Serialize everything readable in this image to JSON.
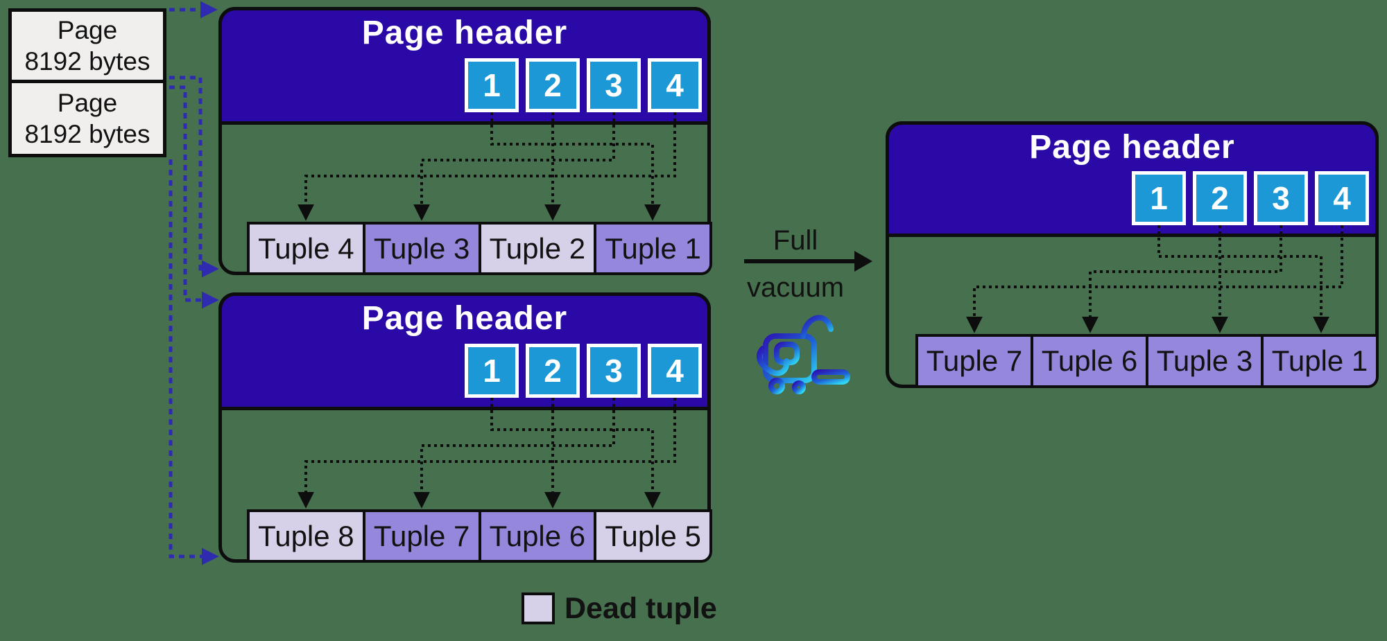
{
  "colors": {
    "bg": "#47704E",
    "ink": "#0d0d0d",
    "header-blue": "#2A09A6",
    "pointer-blue": "#1B98D5",
    "tuple-live": "#9487DC",
    "tuple-dead": "#D6D0E8",
    "box-fill": "#F1EFEE",
    "arrow-blue": "#2E2BB1",
    "vac-grad-start": "#2B16B3",
    "vac-grad-end": "#2FD9F2"
  },
  "disk": {
    "boxes": [
      {
        "line1": "Page",
        "line2": "8192 bytes"
      },
      {
        "line1": "Page",
        "line2": "8192 bytes"
      }
    ]
  },
  "pages": [
    {
      "title": "Page header",
      "pointers": [
        "1",
        "2",
        "3",
        "4"
      ],
      "tuples": [
        {
          "label": "Tuple 4",
          "state": "dead"
        },
        {
          "label": "Tuple 3",
          "state": "live"
        },
        {
          "label": "Tuple 2",
          "state": "dead"
        },
        {
          "label": "Tuple 1",
          "state": "live"
        }
      ]
    },
    {
      "title": "Page header",
      "pointers": [
        "1",
        "2",
        "3",
        "4"
      ],
      "tuples": [
        {
          "label": "Tuple 8",
          "state": "dead"
        },
        {
          "label": "Tuple 7",
          "state": "live"
        },
        {
          "label": "Tuple 6",
          "state": "live"
        },
        {
          "label": "Tuple 5",
          "state": "dead"
        }
      ]
    },
    {
      "title": "Page header",
      "pointers": [
        "1",
        "2",
        "3",
        "4"
      ],
      "tuples": [
        {
          "label": "Tuple 7",
          "state": "live"
        },
        {
          "label": "Tuple 6",
          "state": "live"
        },
        {
          "label": "Tuple 3",
          "state": "live"
        },
        {
          "label": "Tuple 1",
          "state": "live"
        }
      ]
    }
  ],
  "transition": {
    "label_line1": "Full",
    "label_line2": "vacuum",
    "icon": "vacuum-cleaner-icon"
  },
  "legend": {
    "label": "Dead tuple"
  }
}
